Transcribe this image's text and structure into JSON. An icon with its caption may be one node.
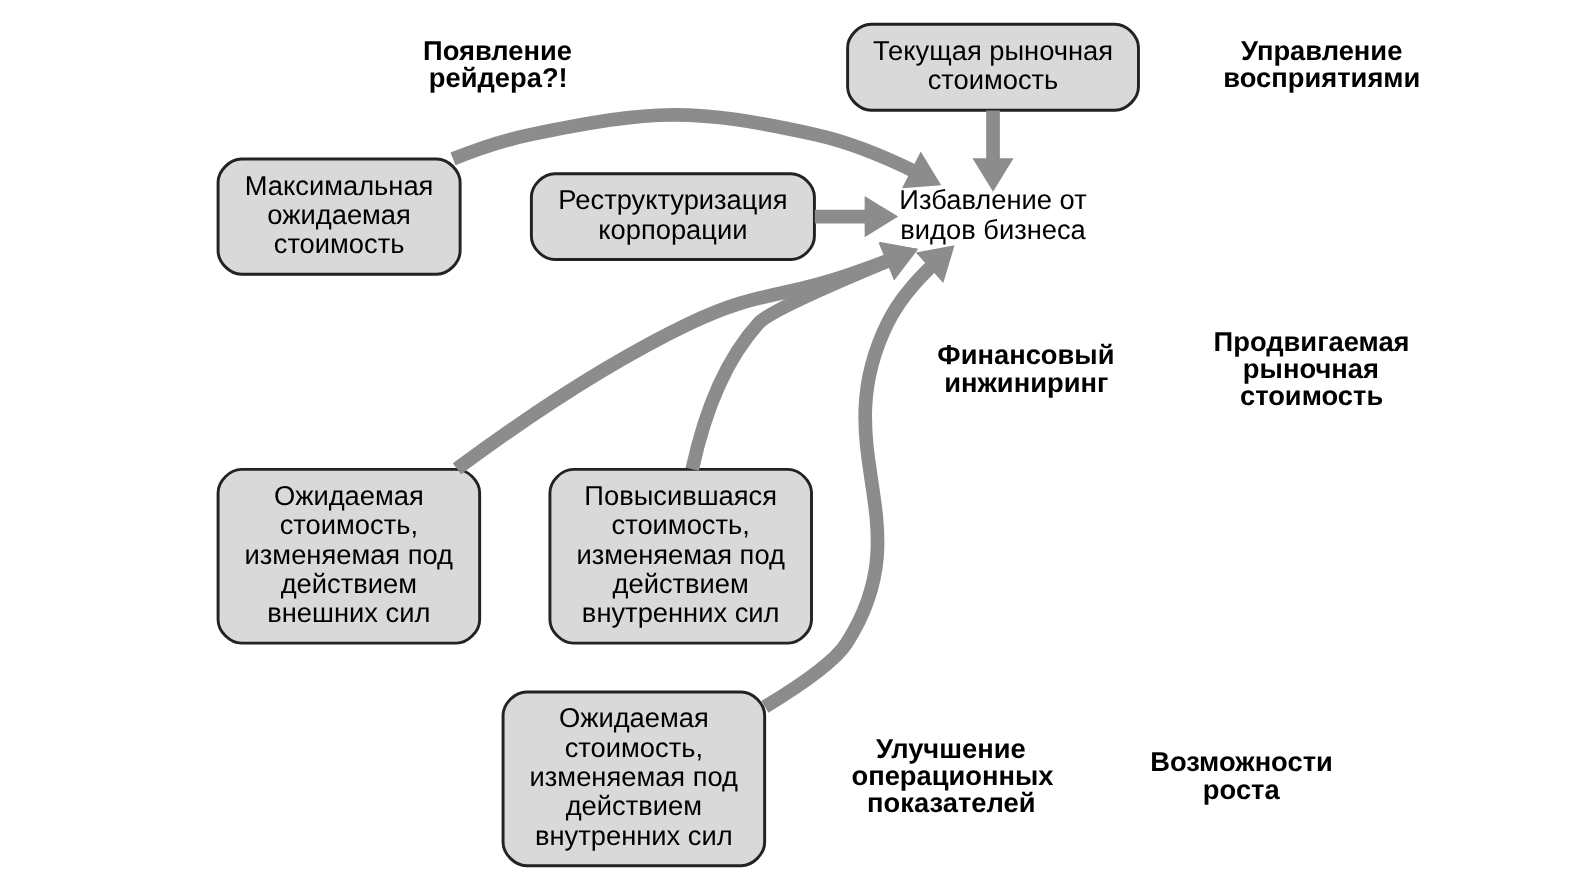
{
  "diagram": {
    "nodes": [
      {
        "text": [
          "Текущая рыночная стоимость"
        ]
      },
      {
        "text": [
          "Максимальная ожидаемая стоимость"
        ]
      },
      {
        "text": [
          "Реструктуризация корпорации"
        ]
      },
      {
        "text": [
          "Избавление от видов бизнеса"
        ]
      },
      {
        "text": [
          "Ожидаемая стоимость, изменяемая под действием внешних сил"
        ]
      },
      {
        "text": [
          "Повысившаяся стоимость, изменяемая под действием внутренних сил"
        ]
      },
      {
        "text": [
          "Ожидаемая стоимость, изменяемая под действием внутренних сил"
        ]
      }
    ],
    "edges": [
      {
        "from": 0,
        "to": 3,
        "arrow": "to"
      },
      {
        "from": 1,
        "to": 3,
        "arrow": "to"
      },
      {
        "from": 2,
        "to": 3,
        "arrow": "to"
      },
      {
        "from": 4,
        "to": 3,
        "arrow": "to"
      },
      {
        "from": 5,
        "to": 3,
        "arrow": "to"
      },
      {
        "from": 6,
        "to": 3,
        "arrow": "to"
      }
    ],
    "labels": [
      "Появление рейдера?!",
      "Управление восприятиями",
      "Финансовый инжиниринг",
      "Продвигаемая рыночная стоимость",
      "Улучшение операционных показателей",
      "Возможности роста"
    ]
  }
}
